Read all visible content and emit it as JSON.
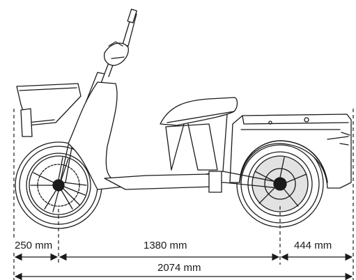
{
  "dimensions": {
    "front_overhang": "250 mm",
    "wheelbase": "1380 mm",
    "rear_overhang": "444 mm",
    "overall_length": "2074 mm"
  },
  "colors": {
    "line": "#1a1a1a",
    "tire": "#2a2a2a",
    "background": "#ffffff"
  },
  "icons": {
    "vehicle": "three-wheeled-scooter-side-view"
  }
}
